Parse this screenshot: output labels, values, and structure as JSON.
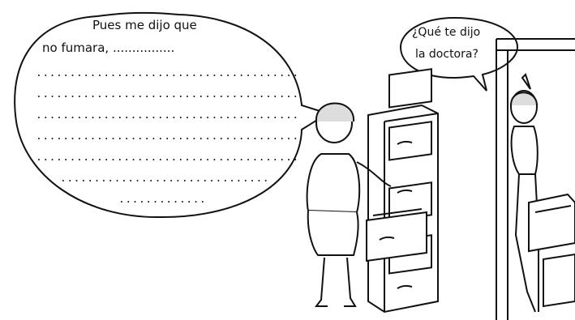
{
  "speech_bubble_left": {
    "line1": "Pues me dijo que",
    "line2": "no fumara, ................",
    "dotted_lines": [
      ".......................................",
      ".......................................",
      ".......................................",
      ".......................................",
      ".......................................",
      "...............................",
      "............."
    ]
  },
  "speech_bubble_right": {
    "line1": "¿Qué te dijo",
    "line2": "la doctora?"
  }
}
